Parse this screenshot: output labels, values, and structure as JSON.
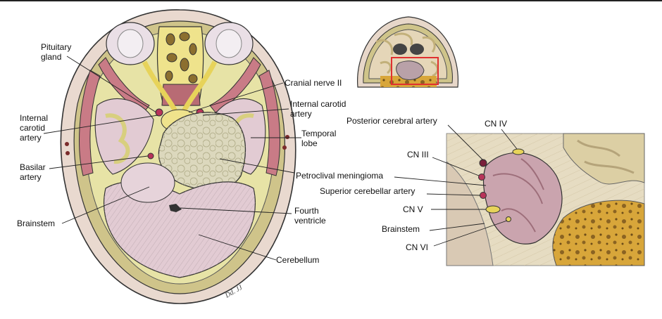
{
  "axial_labels": {
    "pituitary_1": "Pituitary",
    "pituitary_2": "gland",
    "cn2": "Cranial nerve II",
    "ica_right_1": "Internal carotid",
    "ica_right_2": "artery",
    "ica_left_1": "Internal",
    "ica_left_2": "carotid",
    "ica_left_3": "artery",
    "temporal_1": "Temporal",
    "temporal_2": "lobe",
    "basilar_1": "Basilar",
    "basilar_2": "artery",
    "petroclival": "Petroclival meningioma",
    "fourth_1": "Fourth",
    "fourth_2": "ventricle",
    "brainstem": "Brainstem",
    "cerebellum": "Cerebellum"
  },
  "detail_labels": {
    "pca": "Posterior cerebral artery",
    "cn4": "CN IV",
    "cn3": "CN III",
    "sca": "Superior cerebellar artery",
    "cn5": "CN V",
    "brainstem": "Brainstem",
    "cn6": "CN VI"
  },
  "signature": "Dd. JJ",
  "colors": {
    "outline": "#333333",
    "scalp": "#e9d9cf",
    "bone": "#cfc48a",
    "dura": "#e7e3a6",
    "brain": "#e2cbd3",
    "gyri": "#efe7a9",
    "tumor": "#dcd8bd",
    "muscle": "#c97b86",
    "artery": "#b8345a",
    "nerve": "#e7d35a",
    "inset_box": "#e03030"
  }
}
